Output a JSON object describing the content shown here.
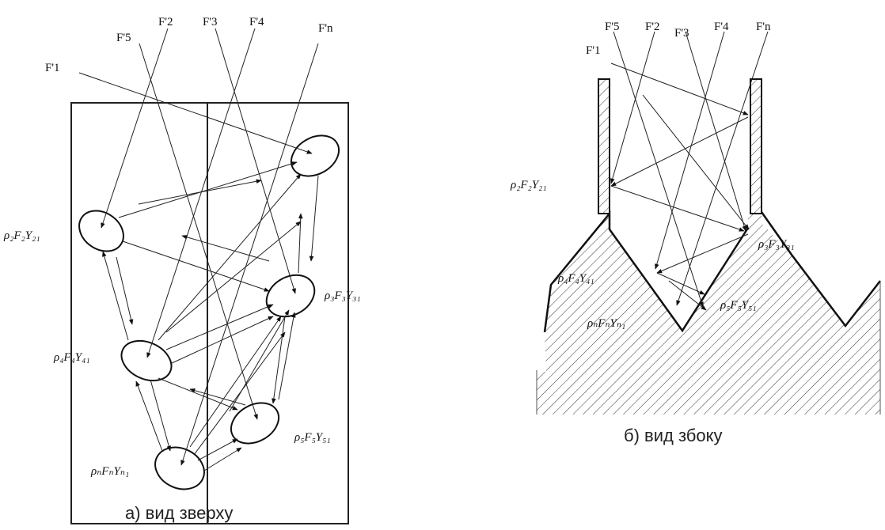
{
  "left": {
    "caption": "а) вид зверху",
    "beam_labels": [
      "F'1",
      "F'5",
      "F'2",
      "F'3",
      "F'4",
      "F'n"
    ],
    "cell_labels": {
      "c2": "ρ₂F₂Y₂₁",
      "c3": "ρ₃F₃Y₃₁",
      "c4": "ρ₄F₄Y₄₁",
      "c5": "ρ₅F₅Y₅₁",
      "cn": "ρₙFₙYₙ₁"
    }
  },
  "right": {
    "caption": "б) вид збоку",
    "beam_labels": [
      "F'1",
      "F'5",
      "F'2",
      "F'3",
      "F'4",
      "F'n"
    ],
    "cell_labels": {
      "c2": "ρ₂F₂Y₂₁",
      "c3": "ρ₃F₃Y₃₁",
      "c4": "ρ₄F₄Y₄₁",
      "c5": "ρ₅F₅Y₅₁",
      "cn": "ρₙFₙYₙ₁"
    }
  }
}
